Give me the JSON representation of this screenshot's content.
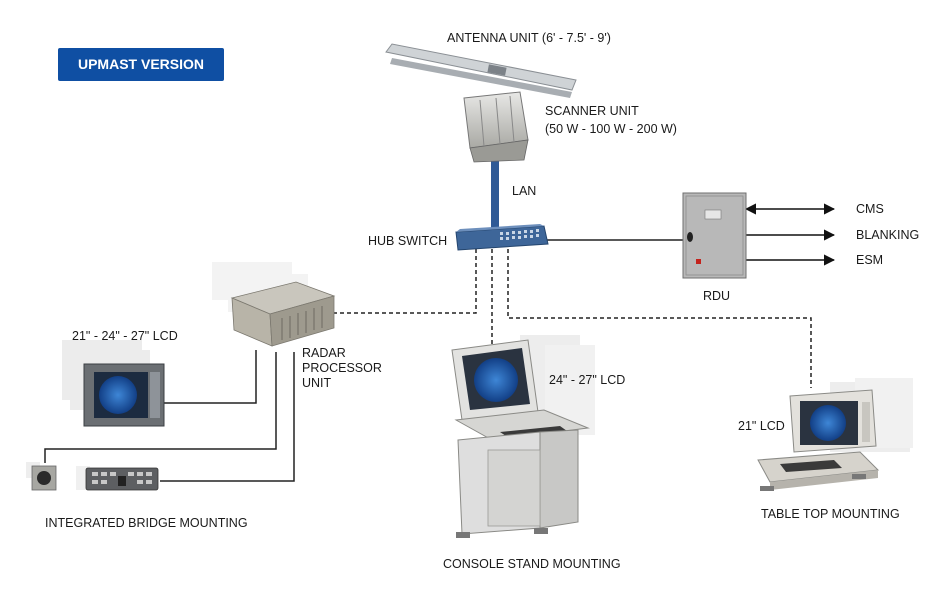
{
  "badge": "UPMAST VERSION",
  "labels": {
    "antenna": "ANTENNA UNIT (6' - 7.5' - 9')",
    "scanner_l1": "SCANNER UNIT",
    "scanner_l2": "(50 W - 100 W - 200 W)",
    "lan": "LAN",
    "hub": "HUB SWITCH",
    "rdu": "RDU",
    "cms": "CMS",
    "blanking": "BLANKING",
    "esm": "ESM",
    "radar_l1": "RADAR",
    "radar_l2": "PROCESSOR",
    "radar_l3": "UNIT",
    "lcd_bridge": "21\" - 24\" - 27\" LCD",
    "lcd_console": "24\" - 27\" LCD",
    "lcd_table": "21\" LCD",
    "bridge_mount": "INTEGRATED BRIDGE MOUNTING",
    "console_mount": "CONSOLE STAND MOUNTING",
    "table_mount": "TABLE TOP MOUNTING"
  },
  "colors": {
    "badge": "#0f4fa3",
    "lan_mast": "#2f5a96",
    "radar_screen": "#1e5fb5",
    "screen_bezel": "#2a3340"
  }
}
